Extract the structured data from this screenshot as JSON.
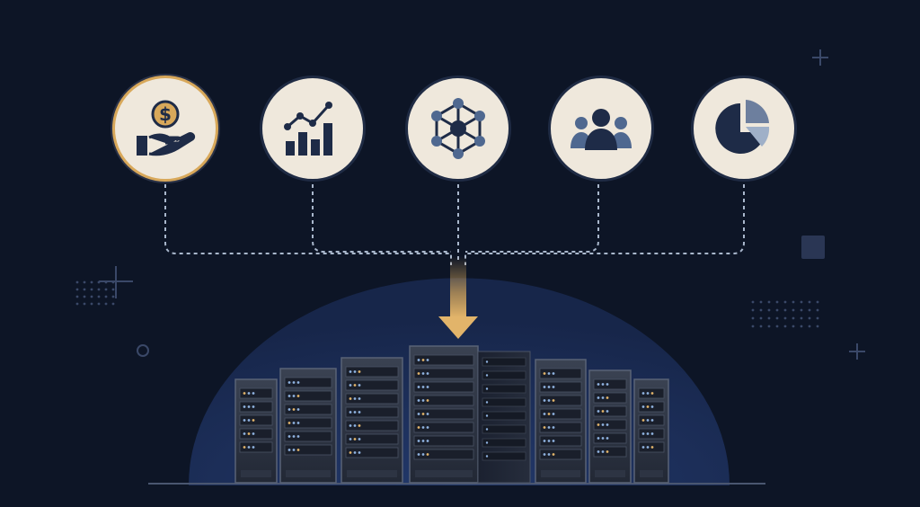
{
  "diagram": {
    "nodes": [
      {
        "id": "finance",
        "icon": "hand-dollar-icon",
        "highlighted": true
      },
      {
        "id": "analytics",
        "icon": "bar-chart-trend-icon",
        "highlighted": false
      },
      {
        "id": "network",
        "icon": "network-hub-icon",
        "highlighted": false
      },
      {
        "id": "users",
        "icon": "user-group-icon",
        "highlighted": false
      },
      {
        "id": "reports",
        "icon": "pie-chart-icon",
        "highlighted": false
      }
    ],
    "target": {
      "icon": "server-racks-icon"
    },
    "colors": {
      "background": "#0d1526",
      "node_fill": "#efe8dc",
      "icon_dark": "#1e2b47",
      "accent_gold": "#d8a85a",
      "dome": "#1c2f55",
      "connector": "#a9b7cc"
    }
  }
}
